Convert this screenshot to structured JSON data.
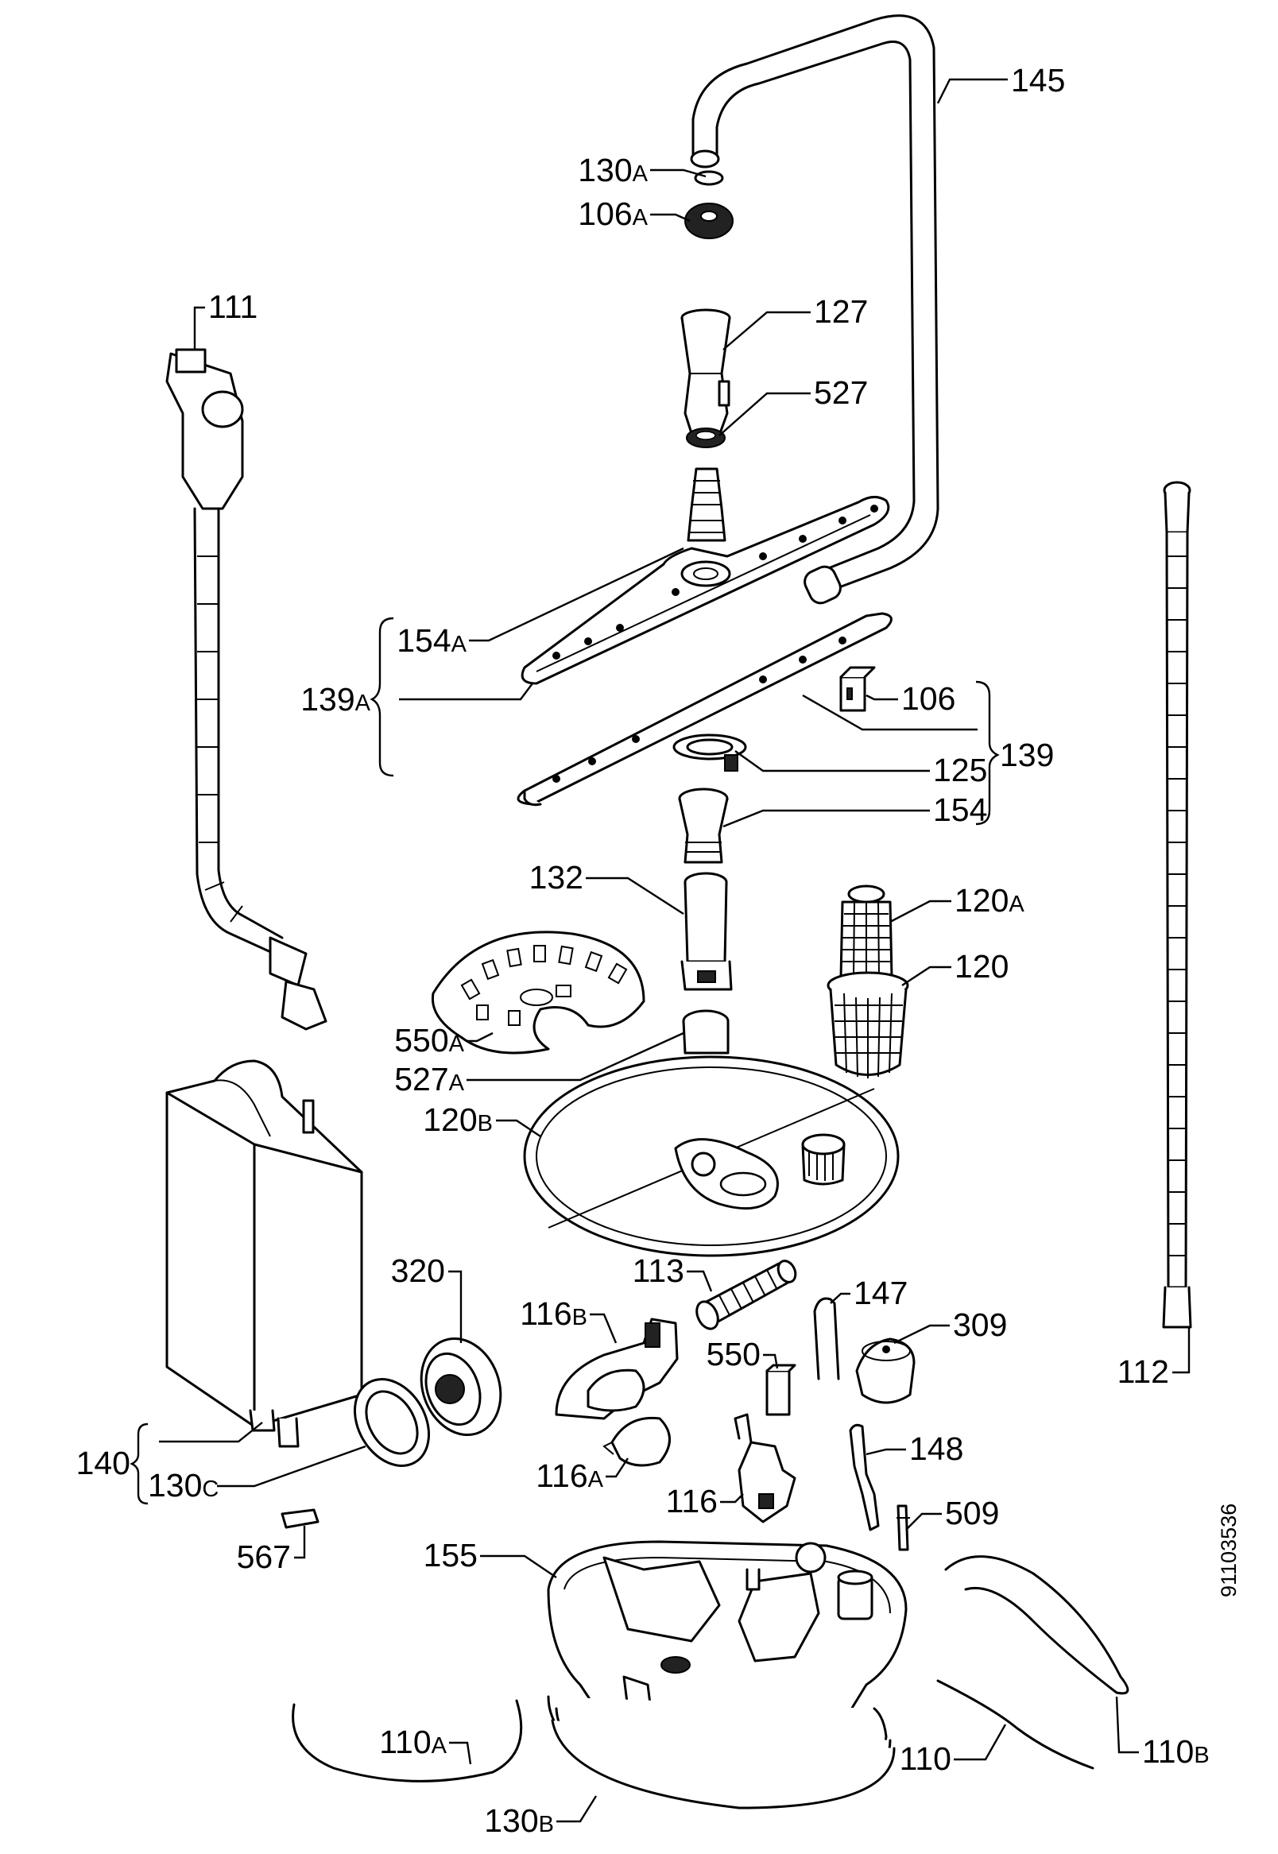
{
  "diagram": {
    "document_number": "91103536",
    "callouts": [
      {
        "id": "145",
        "num": "145",
        "suffix": ""
      },
      {
        "id": "130A",
        "num": "130",
        "suffix": "A"
      },
      {
        "id": "106A",
        "num": "106",
        "suffix": "A"
      },
      {
        "id": "111",
        "num": "111",
        "suffix": ""
      },
      {
        "id": "127",
        "num": "127",
        "suffix": ""
      },
      {
        "id": "527",
        "num": "527",
        "suffix": ""
      },
      {
        "id": "154A",
        "num": "154",
        "suffix": "A"
      },
      {
        "id": "139A",
        "num": "139",
        "suffix": "A"
      },
      {
        "id": "106",
        "num": "106",
        "suffix": ""
      },
      {
        "id": "139",
        "num": "139",
        "suffix": ""
      },
      {
        "id": "125",
        "num": "125",
        "suffix": ""
      },
      {
        "id": "154",
        "num": "154",
        "suffix": ""
      },
      {
        "id": "132",
        "num": "132",
        "suffix": ""
      },
      {
        "id": "120A",
        "num": "120",
        "suffix": "A"
      },
      {
        "id": "120",
        "num": "120",
        "suffix": ""
      },
      {
        "id": "550A",
        "num": "550",
        "suffix": "A"
      },
      {
        "id": "527A",
        "num": "527",
        "suffix": "A"
      },
      {
        "id": "120B",
        "num": "120",
        "suffix": "B"
      },
      {
        "id": "113",
        "num": "113",
        "suffix": ""
      },
      {
        "id": "320",
        "num": "320",
        "suffix": ""
      },
      {
        "id": "116B",
        "num": "116",
        "suffix": "B"
      },
      {
        "id": "147",
        "num": "147",
        "suffix": ""
      },
      {
        "id": "309",
        "num": "309",
        "suffix": ""
      },
      {
        "id": "550",
        "num": "550",
        "suffix": ""
      },
      {
        "id": "112",
        "num": "112",
        "suffix": ""
      },
      {
        "id": "140",
        "num": "140",
        "suffix": ""
      },
      {
        "id": "130C",
        "num": "130",
        "suffix": "C"
      },
      {
        "id": "116A",
        "num": "116",
        "suffix": "A"
      },
      {
        "id": "116",
        "num": "116",
        "suffix": ""
      },
      {
        "id": "148",
        "num": "148",
        "suffix": ""
      },
      {
        "id": "509",
        "num": "509",
        "suffix": ""
      },
      {
        "id": "567",
        "num": "567",
        "suffix": ""
      },
      {
        "id": "155",
        "num": "155",
        "suffix": ""
      },
      {
        "id": "110A",
        "num": "110",
        "suffix": "A"
      },
      {
        "id": "110B",
        "num": "110",
        "suffix": "B"
      },
      {
        "id": "110",
        "num": "110",
        "suffix": ""
      },
      {
        "id": "130B",
        "num": "130",
        "suffix": "B"
      }
    ]
  }
}
